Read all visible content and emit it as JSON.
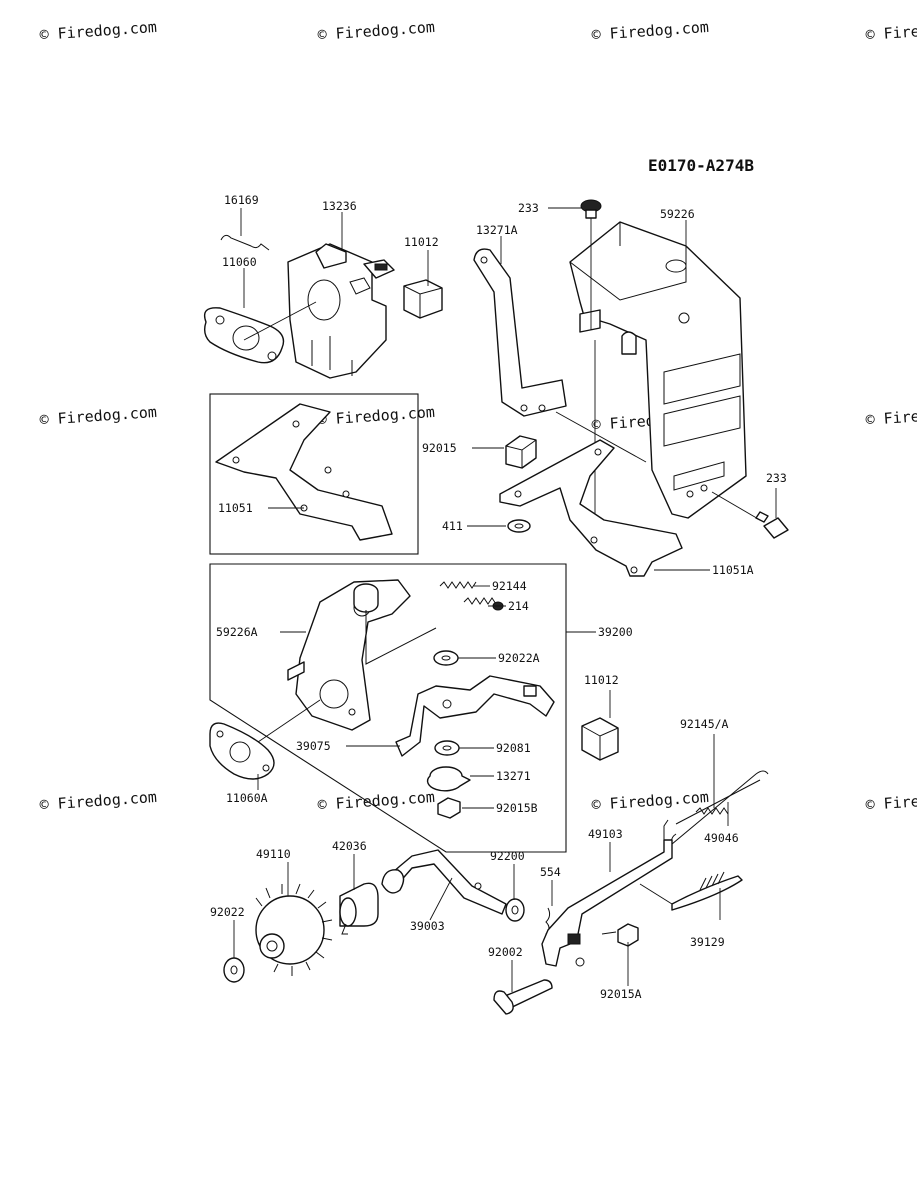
{
  "diagram_code": "E0170-A274B",
  "watermark": "© Firedog.com",
  "callouts": {
    "c16169": "16169",
    "c13236": "13236",
    "c11012_top": "11012",
    "c11060": "11060",
    "c13271A": "13271A",
    "c233_top": "233",
    "c59226": "59226",
    "c92015": "92015",
    "c411": "411",
    "c11051": "11051",
    "c233_right": "233",
    "c11051A": "11051A",
    "c92144": "92144",
    "c214": "214",
    "c59226A": "59226A",
    "c39200": "39200",
    "c92022A": "92022A",
    "c11012_mid": "11012",
    "c39075": "39075",
    "c92081": "92081",
    "c13271": "13271",
    "c92015B": "92015B",
    "c11060A": "11060A",
    "c92145A": "92145/A",
    "c49046": "49046",
    "c49110": "49110",
    "c42036": "42036",
    "c49103": "49103",
    "c92200": "92200",
    "c554": "554",
    "c92022": "92022",
    "c39003": "39003",
    "c39129": "39129",
    "c92002": "92002",
    "c92015A": "92015A"
  }
}
